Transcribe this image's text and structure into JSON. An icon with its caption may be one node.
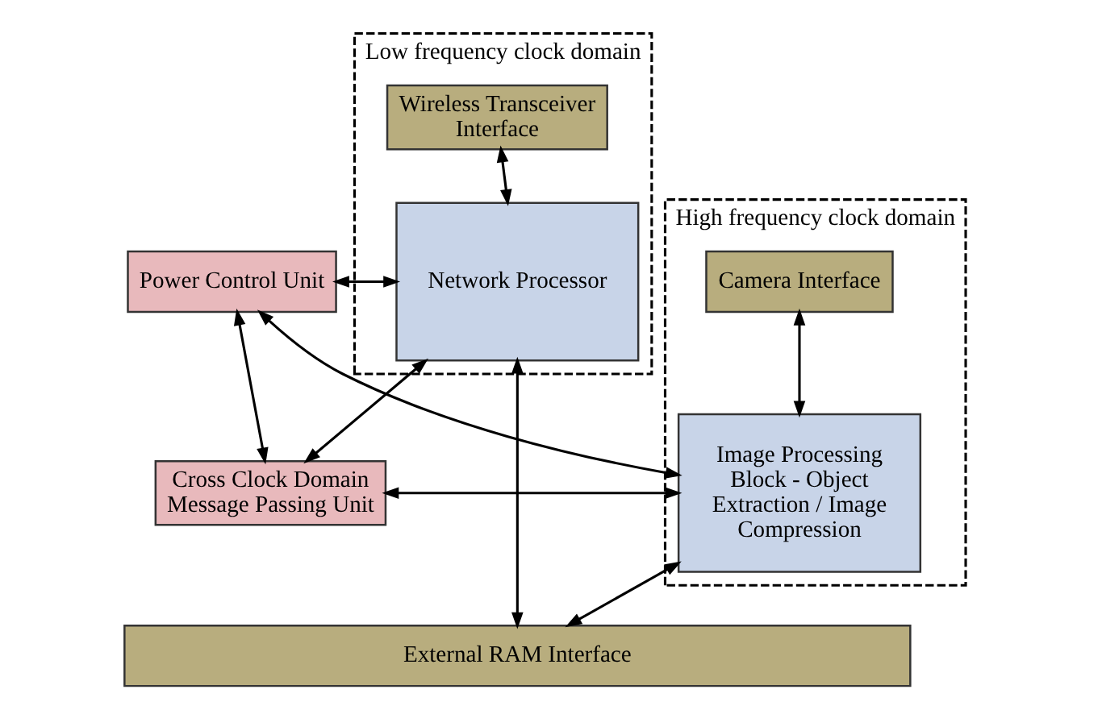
{
  "diagram": {
    "nodes": [
      {
        "text": [
          "Low frequency clock domain"
        ]
      },
      {
        "text": [
          "High frequency clock domain"
        ]
      },
      {
        "text": [
          "Wireless Transceiver Interface"
        ],
        "in": 0
      },
      {
        "text": [
          "Network Processor"
        ],
        "in": 0
      },
      {
        "text": [
          "Power Control Unit"
        ]
      },
      {
        "text": [
          "Cross Clock Domain Message Passing Unit"
        ]
      },
      {
        "text": [
          "Camera Interface"
        ],
        "in": 1
      },
      {
        "text": [
          "Image Processing Block - Object Extraction / Image Compression"
        ],
        "in": 1
      },
      {
        "text": [
          "External RAM Interface"
        ]
      }
    ],
    "edges": [
      {
        "from": 2,
        "to": 3,
        "arrow": "both"
      },
      {
        "from": 3,
        "to": 4,
        "arrow": "both"
      },
      {
        "from": 3,
        "to": 5,
        "arrow": "both"
      },
      {
        "from": 4,
        "to": 5,
        "arrow": "both"
      },
      {
        "from": 4,
        "to": 7,
        "arrow": "both"
      },
      {
        "from": 5,
        "to": 7,
        "arrow": "both"
      },
      {
        "from": 6,
        "to": 7,
        "arrow": "both"
      },
      {
        "from": 3,
        "to": 8,
        "arrow": "both"
      },
      {
        "from": 7,
        "to": 8,
        "arrow": "both"
      }
    ]
  }
}
